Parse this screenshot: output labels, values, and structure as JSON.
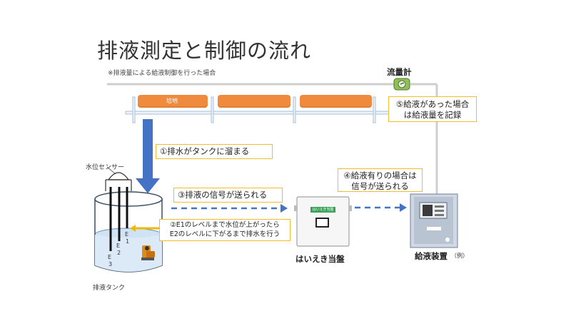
{
  "title": "排液測定と制御の流れ",
  "note": "※排液量による給液制御を行った場合",
  "flow_meter": {
    "label": "流量計",
    "icon": "flow-meter-icon"
  },
  "bed_label": "培地",
  "steps": {
    "step1": "①排水がタンクに溜まる",
    "step2_line1": "②E1のレベルまで水位が上がったら",
    "step2_line2": "E2のレベルに下がるまで排水を行う",
    "step3": "③排液の信号が送られる",
    "step4_line1": "④給液有りの場合は",
    "step4_line2": "信号が送られる",
    "step5_line1": "⑤給液があった場合",
    "step5_line2": "は給液量を記録"
  },
  "sensor_label": "水位センサー",
  "tank_label": "排液タンク",
  "electrodes": {
    "e1": "E",
    "e1_num": "1",
    "e2": "E",
    "e2_num": "2",
    "e3": "E",
    "e3_num": "3"
  },
  "control_panel": {
    "label": "はいえき当盤",
    "plate": "はいえき当盤"
  },
  "supply_device": {
    "label": "給液装置",
    "suffix": "（例）"
  },
  "colors": {
    "accent_blue": "#4472c4",
    "bed_orange": "#f08a3c",
    "callout_border": "#f2bd2c",
    "yellow_arrow": "#f5b800",
    "pipe_gray": "#c8c8c8"
  }
}
